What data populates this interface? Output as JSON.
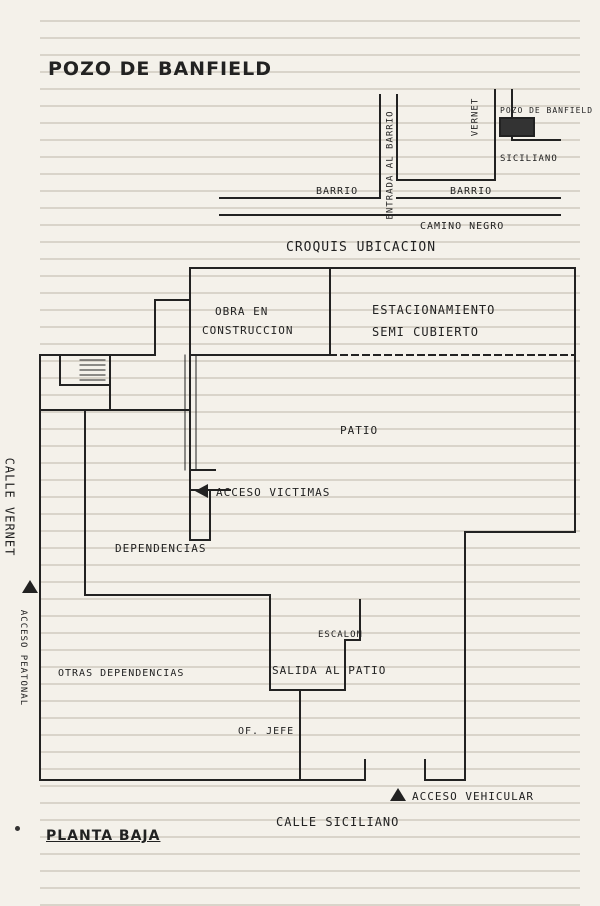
{
  "title": "POZO DE BANFIELD",
  "croquis": {
    "caption": "CROQUIS UBICACION",
    "calle_vernet": "VERNET",
    "entrada_barrio": "ENTRADA AL BARRIO",
    "pozo_label": "POZO DE BANFIELD",
    "siciliano": "SICILIANO",
    "barrio_left": "BARRIO",
    "barrio_right": "BARRIO",
    "camino_negro": "CAMINO NEGRO"
  },
  "plan": {
    "obra_line1": "OBRA EN",
    "obra_line2": "CONSTRUCCION",
    "estacionamiento": "ESTACIONAMIENTO",
    "semi_cubierto": "SEMI CUBIERTO",
    "patio": "PATIO",
    "acceso_victimas": "ACCESO VICTIMAS",
    "dependencias": "DEPENDENCIAS",
    "escalon": "ESCALON",
    "salida_patio": "SALIDA AL PATIO",
    "otras_dependencias": "OTRAS DEPENDENCIAS",
    "of_jefe": "OF. JEFE",
    "calle_vernet": "CALLE VERNET",
    "acceso_peatonal": "ACCESO PEATONAL",
    "acceso_vehicular": "ACCESO VEHICULAR",
    "calle_siciliano": "CALLE SICILIANO"
  },
  "footer": "PLANTA BAJA"
}
